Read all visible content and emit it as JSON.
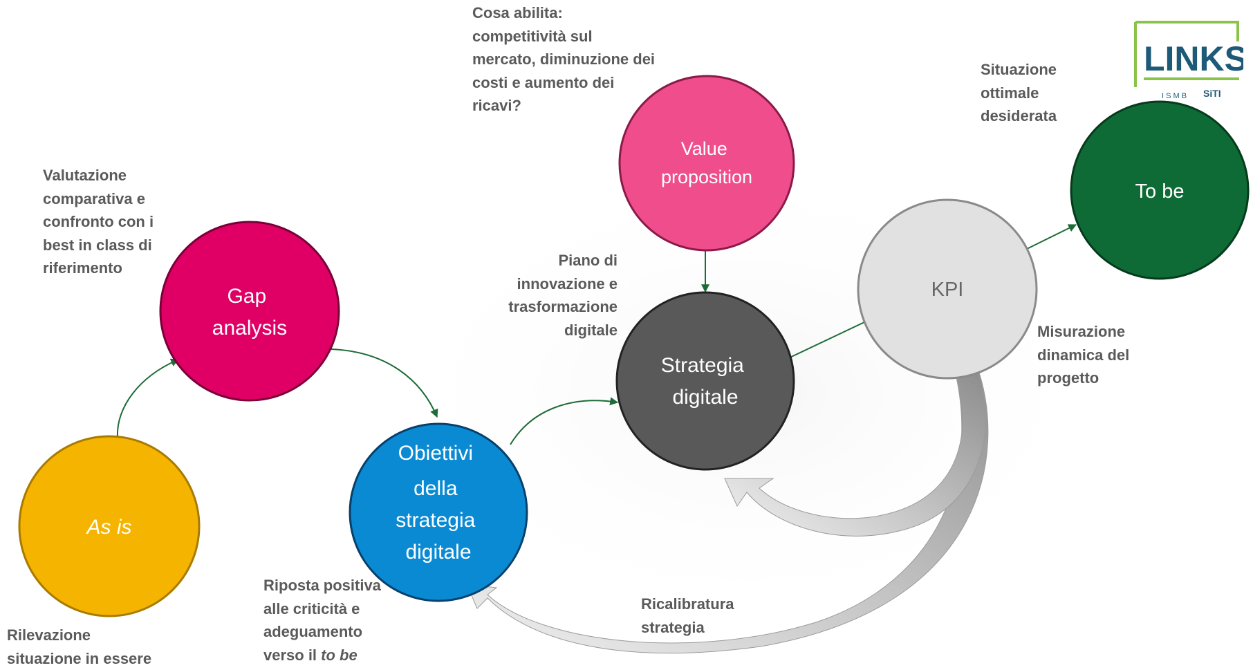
{
  "nodes": {
    "as_is": {
      "label": "As is",
      "color": "#f4b400"
    },
    "gap_analysis": {
      "label": "Gap\nanalysis",
      "color": "#e00065"
    },
    "obiettivi": {
      "label": "Obiettivi\ndella\nstrategia\ndigitale",
      "color": "#0a8ad3"
    },
    "value_proposition": {
      "label": "Value\nproposition",
      "color": "#f04d8c"
    },
    "strategia_digitale": {
      "label": "Strategia\ndigitale",
      "color": "#595959"
    },
    "kpi": {
      "label": "KPI",
      "color": "#e1e1e1"
    },
    "to_be": {
      "label": "To be",
      "color": "#0e6b35"
    }
  },
  "annotations": {
    "as_is": "Rilevazione\nsituazione in essere",
    "gap_analysis": "Valutazione\ncomparativa e\nconfronto con i\nbest in class di\nriferimento",
    "obiettivi_main": "Riposta positiva\nalle criticità e\nadeguamento\nverso il",
    "obiettivi_italic": "to be",
    "value_proposition": "Cosa abilita:\ncompetitività sul\nmercato, diminuzione dei\ncosti e aumento dei\nricavi?",
    "strategia_digitale": "Piano di\ninnovazione e\ntrasformazione\ndigitale",
    "kpi": "Misurazione\ndinamica del\nprogetto",
    "to_be": "Situazione\nottimale\ndesiderata",
    "ricalibratura": "Ricalibratura\nstrategia"
  },
  "logo": {
    "text": "LINKS",
    "sub_left": "I S M B",
    "sub_right": "SiTI",
    "border_color": "#8bc34a",
    "text_color": "#1e5a78"
  },
  "colors": {
    "connector": "#1d6b37",
    "annotation_text": "#5a5a5a"
  }
}
